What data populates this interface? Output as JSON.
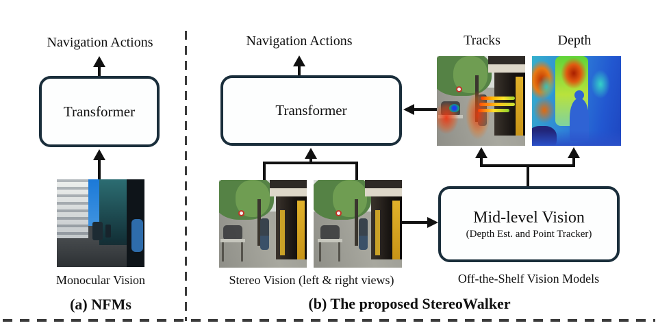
{
  "panel_a": {
    "output_label": "Navigation Actions",
    "transformer_label": "Transformer",
    "image_caption": "Monocular Vision",
    "caption": "(a) NFMs"
  },
  "panel_b": {
    "output_label": "Navigation Actions",
    "transformer_label": "Transformer",
    "tracks_title": "Tracks",
    "depth_title": "Depth",
    "stereo_caption": "Stereo Vision (left & right views)",
    "midlevel_title": "Mid-level Vision",
    "midlevel_subtitle": "(Depth Est. and Point Tracker)",
    "models_caption": "Off-the-Shelf Vision Models",
    "caption": "(b) The proposed StereoWalker"
  },
  "colors": {
    "box_border": "#1a2e3b",
    "arrow": "#111111",
    "dashed_line": "#3b3b3b",
    "background": "#ffffff"
  }
}
